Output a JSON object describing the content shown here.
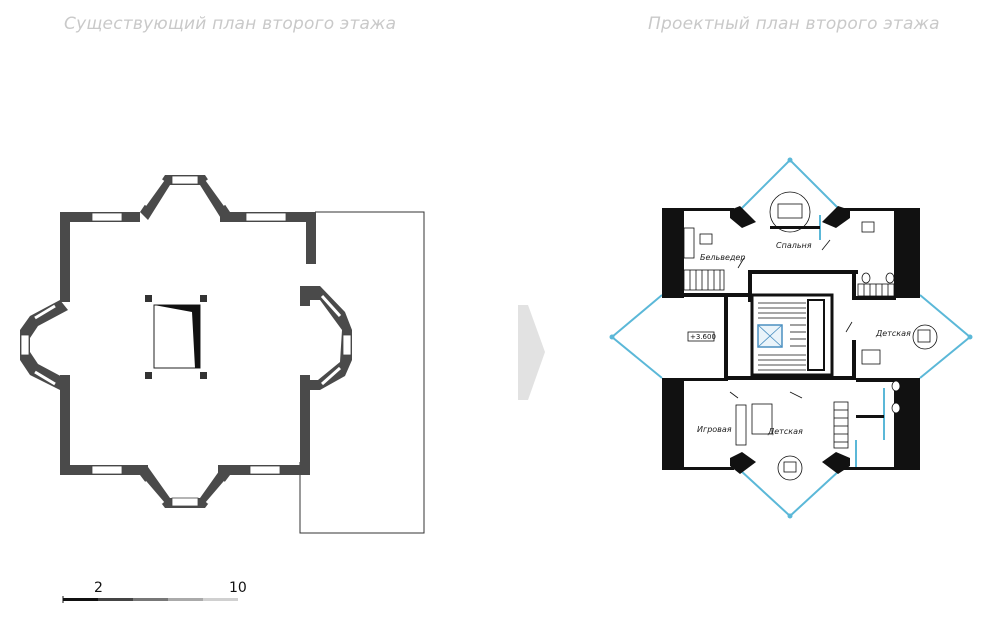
{
  "titles": {
    "existing": "Существующий план второго этажа",
    "proposed": "Проектный план второго этажа"
  },
  "rooms": {
    "belvedere": "Бельведер",
    "bedroom": "Спальня",
    "nursery_right": "Детская",
    "playroom": "Игровая",
    "nursery_bottom": "Детская"
  },
  "level_mark": "+3.600",
  "scale_bar": {
    "label_start": "2",
    "label_end": "10"
  },
  "colors": {
    "wall_existing": "#444444",
    "wall_proposed": "#111111",
    "glazing": "#5bb8d8",
    "title": "#c9c9c9",
    "arrow": "#e2e2e2"
  }
}
